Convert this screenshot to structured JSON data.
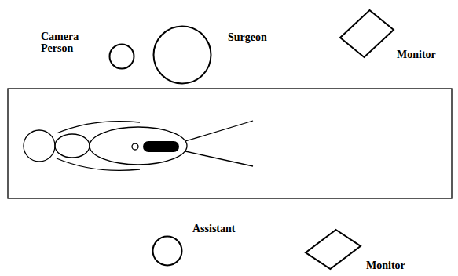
{
  "diagram": {
    "nodes": [
      {
        "text": [
          "Camera Person"
        ]
      },
      {
        "text": [
          "Surgeon"
        ]
      },
      {
        "text": [
          "Monitor"
        ]
      },
      {
        "text": [
          "Assistant"
        ]
      },
      {
        "text": [
          "Monitor"
        ]
      }
    ]
  }
}
